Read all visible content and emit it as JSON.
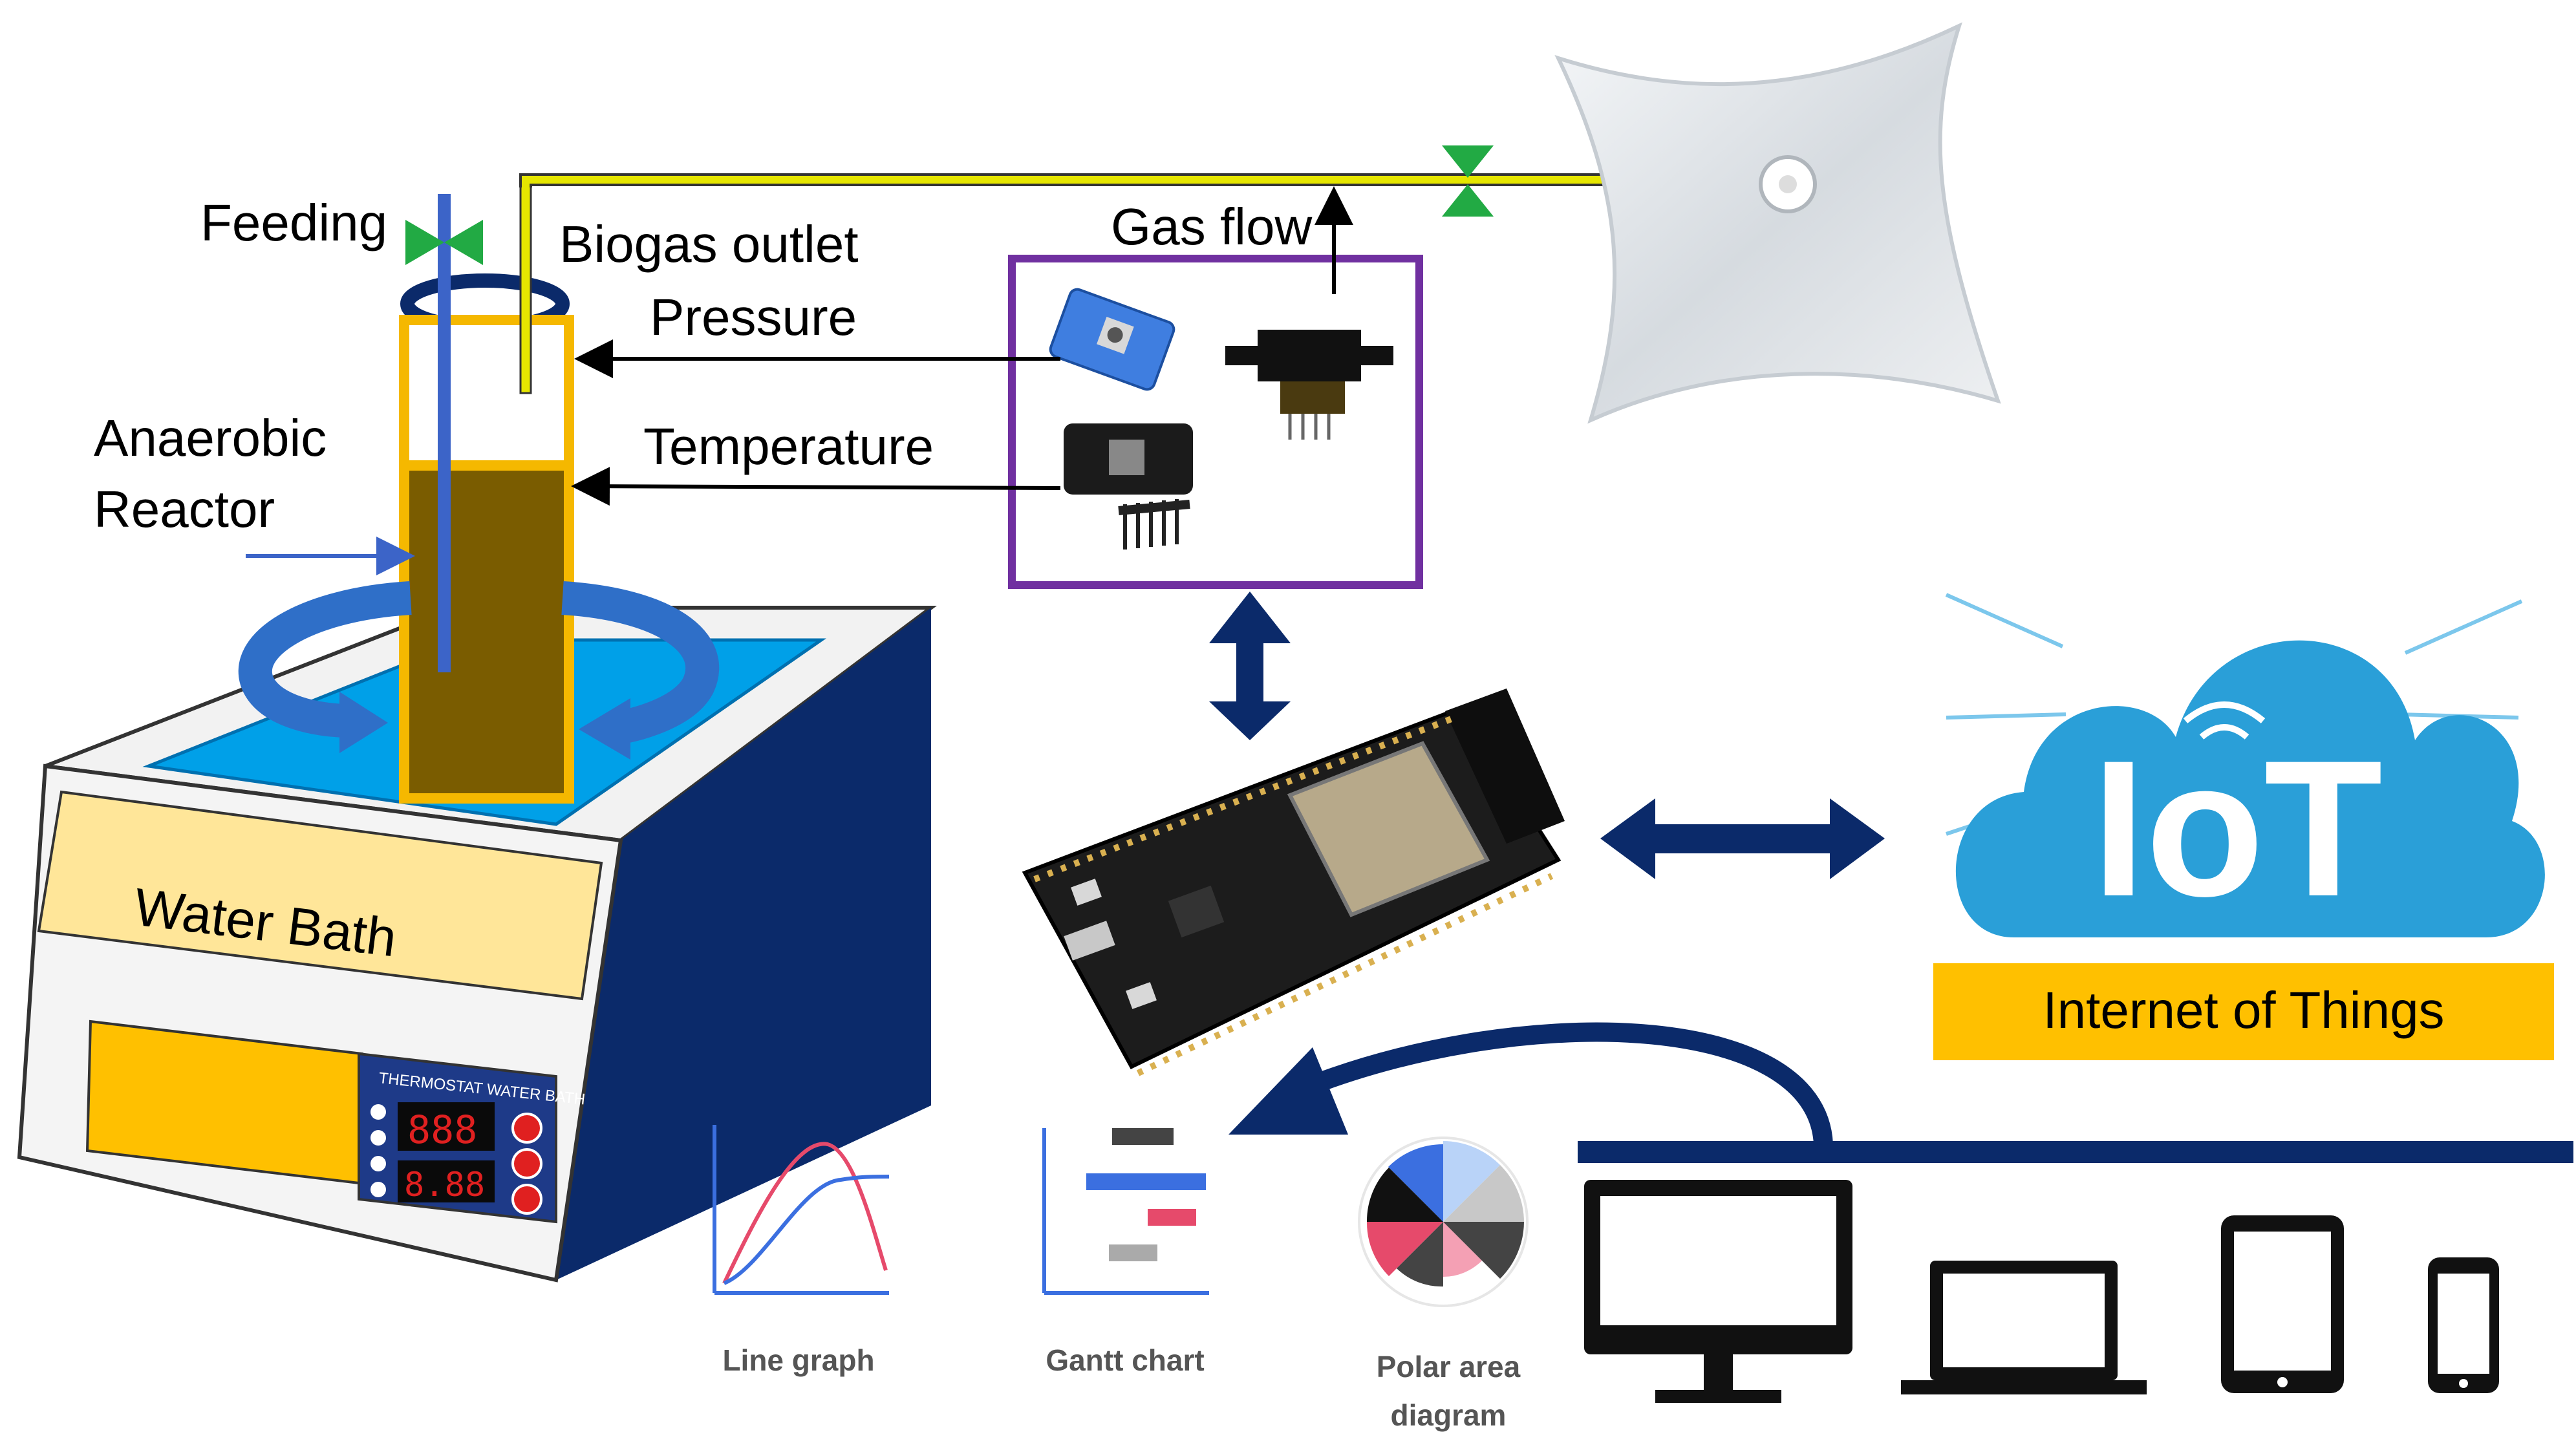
{
  "labels": {
    "feeding": "Feeding",
    "biogas_outlet": "Biogas outlet",
    "pressure": "Pressure",
    "temperature": "Temperature",
    "gas_flow": "Gas flow",
    "reactor_line1": "Anaerobic",
    "reactor_line2": "Reactor",
    "water_bath": "Water Bath",
    "thermostat_title": "THERMOSTAT WATER BATH",
    "iot_logo": "IoT",
    "iot_caption": "Internet of Things",
    "chart_line": "Line graph",
    "chart_gantt": "Gantt chart",
    "chart_polar_line1": "Polar area",
    "chart_polar_line2": "diagram",
    "display_top": "888",
    "display_bottom": "8.88"
  },
  "colors": {
    "reactor_frame": "#f5b800",
    "reactor_sludge": "#7a5c00",
    "feed_pipe": "#3c64c8",
    "gas_pipe": "#e6e600",
    "valve": "#22aa44",
    "sensor_box": "#7030a0",
    "water": "#00a0e8",
    "bath_body": "#0b2a6a",
    "bath_label": "#ffe699",
    "bath_panel": "#ffc000",
    "iot_cloud": "#2a9fd8",
    "iot_banner": "#ffc000",
    "arrow_navy": "#0b2a6a",
    "device": "#111111"
  }
}
